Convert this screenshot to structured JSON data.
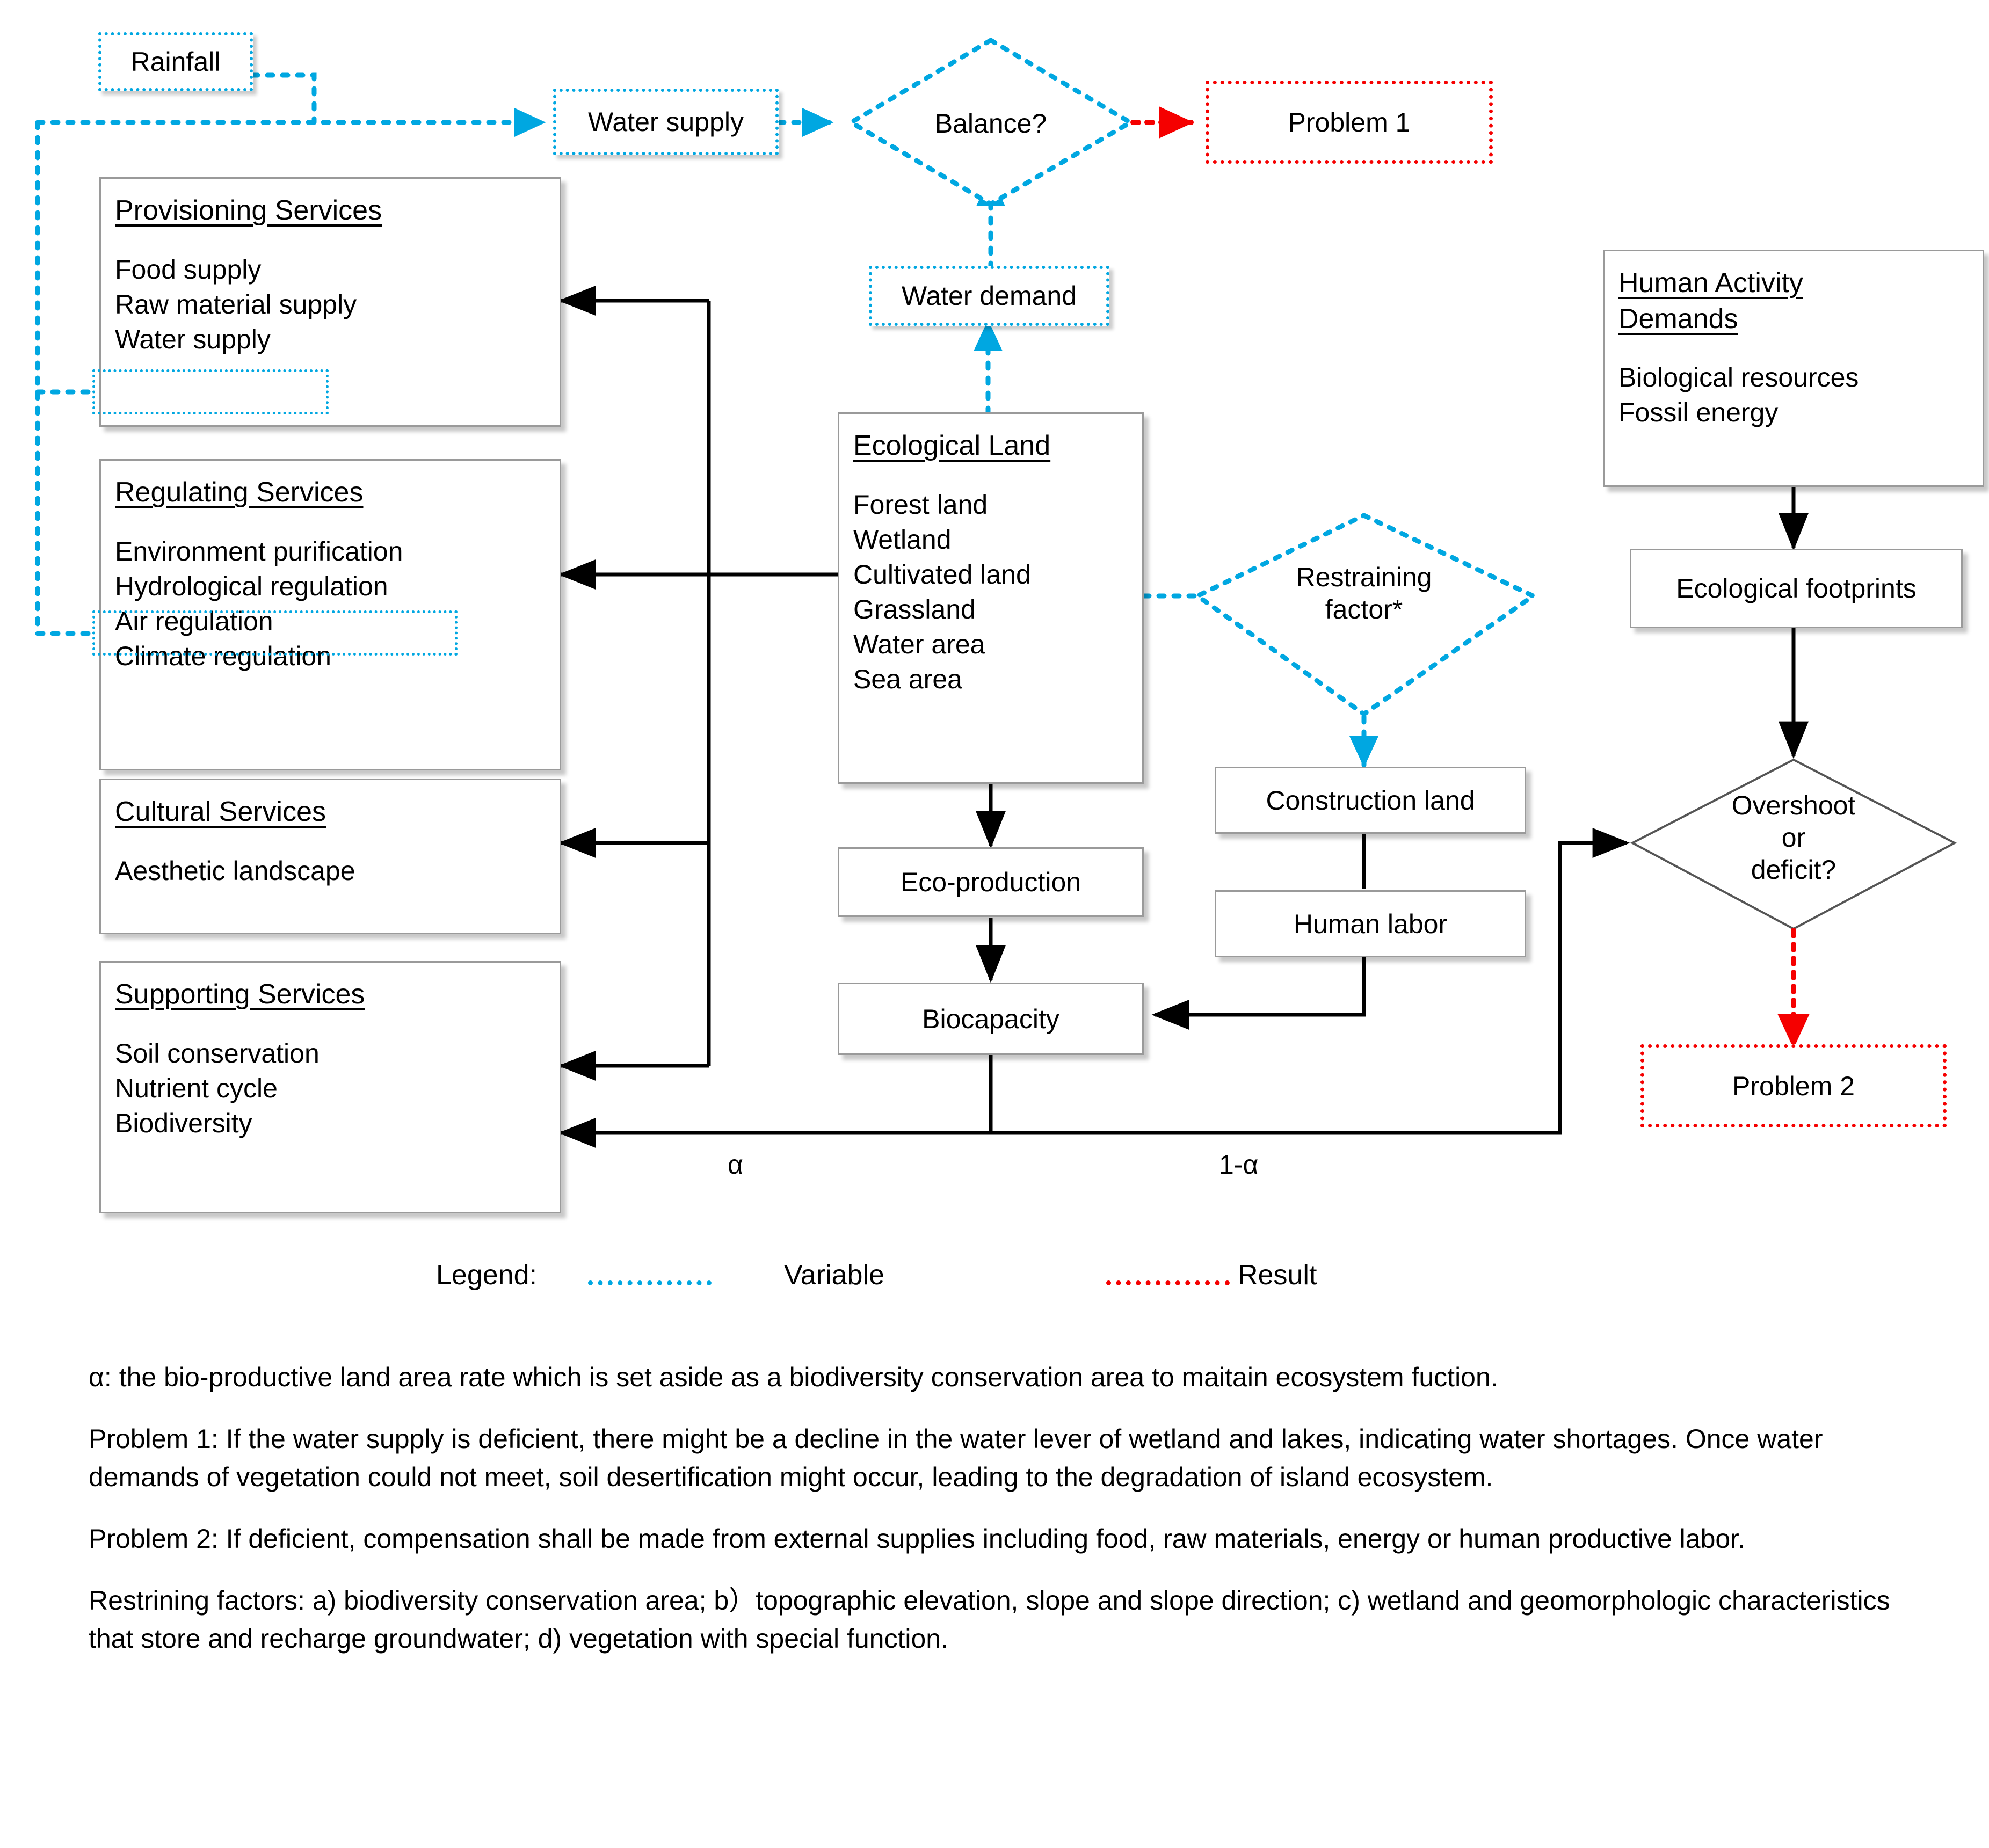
{
  "diagram": {
    "title": "Island ecosystem services and ecological footprint framework",
    "colors": {
      "variable": "#00a7e1",
      "result": "#f50000",
      "flow": "#000000",
      "box_border": "#9a9a9a"
    },
    "nodes": {
      "rainfall": {
        "label": "Rainfall",
        "kind": "variable"
      },
      "water_supply_flow": {
        "label": "Water supply",
        "kind": "variable"
      },
      "balance": {
        "label": "Balance?",
        "kind": "variable-decision"
      },
      "problem1": {
        "label": "Problem 1",
        "kind": "result"
      },
      "water_demand": {
        "label": "Water demand",
        "kind": "variable"
      },
      "restraining_factor": {
        "label": "Restraining\nfactor*",
        "kind": "variable-decision"
      },
      "construction_land": {
        "label": "Construction land",
        "kind": "process"
      },
      "human_labor": {
        "label": "Human labor",
        "kind": "process"
      },
      "eco_production": {
        "label": "Eco-production",
        "kind": "process"
      },
      "biocapacity": {
        "label": "Biocapacity",
        "kind": "process"
      },
      "ecological_footprints": {
        "label": "Ecological footprints",
        "kind": "process"
      },
      "overshoot": {
        "label": "Overshoot\nor\ndeficit?",
        "kind": "decision"
      },
      "problem2": {
        "label": "Problem 2",
        "kind": "result"
      }
    },
    "groups": {
      "provisioning": {
        "title": "Provisioning Services",
        "items": [
          "Food supply",
          "Raw material supply",
          "Water supply"
        ],
        "highlighted_item": "Water supply"
      },
      "regulating": {
        "title": "Regulating Services",
        "items": [
          "Environment purification",
          "Hydrological regulation",
          "Air regulation",
          "Climate regulation"
        ],
        "highlighted_item": "Hydrological regulation"
      },
      "cultural": {
        "title": "Cultural Services",
        "items": [
          "Aesthetic landscape"
        ],
        "highlighted_item": ""
      },
      "supporting": {
        "title": "Supporting Services",
        "items": [
          "Soil conservation",
          "Nutrient cycle",
          "Biodiversity"
        ],
        "highlighted_item": ""
      },
      "ecological_land": {
        "title": "Ecological Land",
        "items": [
          "Forest land",
          "Wetland",
          "Cultivated land",
          "Grassland",
          "Water area",
          "Sea area"
        ]
      },
      "human_activity": {
        "title_line1": "Human Activity",
        "title_line2": "Demands",
        "items": [
          "Biological resources",
          "Fossil energy"
        ]
      }
    },
    "edge_labels": {
      "alpha": "α",
      "one_minus_alpha": "1-α"
    },
    "legend": {
      "label": "Legend:",
      "entries": [
        {
          "name": "Variable",
          "color": "#00a7e1"
        },
        {
          "name": "Result",
          "color": "#f50000"
        }
      ]
    },
    "notes": [
      "α: the bio-productive land area rate which is set aside as a biodiversity conservation area to maitain ecosystem fuction.",
      "Problem 1: If the water supply is deficient, there might be a decline in the water lever of wetland and lakes, indicating water shortages. Once water demands of vegetation could not meet, soil desertification might occur, leading to the degradation of island ecosystem.",
      "Problem 2: If deficient, compensation shall be made from external supplies including food, raw materials, energy or human productive labor.",
      "Restrining factors: a) biodiversity conservation area; b）topographic elevation, slope and slope direction; c) wetland and geomorphologic characteristics that store and recharge groundwater; d) vegetation with special function."
    ]
  }
}
